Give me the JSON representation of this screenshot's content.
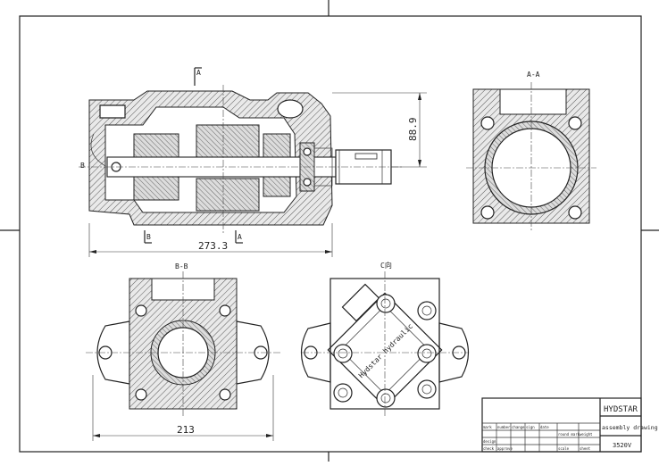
{
  "drawing": {
    "views": {
      "main_section": {
        "label_top": "A",
        "label_bottom": "A",
        "label_left": "B",
        "label_left_bottom": "B",
        "dim_width": "273.3",
        "dim_height": "88.9"
      },
      "view_aa": {
        "title": "A-A"
      },
      "view_bb": {
        "title": "B-B",
        "dim_width": "213"
      },
      "view_c": {
        "title": "C向",
        "plate_text": "Hydstar hydraulic"
      }
    },
    "title_block": {
      "company": "HYDSTAR",
      "drawing_name": "assembly drawing",
      "drawing_number": "3520V",
      "small_cells": [
        "mark",
        "number",
        "change",
        "sign",
        "date",
        "design",
        "check",
        "approve",
        "round mark",
        "weight",
        "scale",
        "sheet"
      ]
    }
  }
}
